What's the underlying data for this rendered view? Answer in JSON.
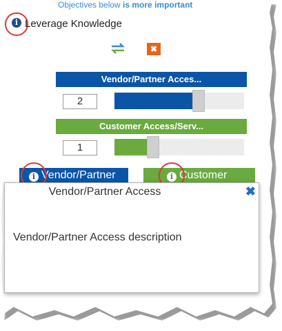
{
  "header": {
    "objectives_prefix": "Objectives below ",
    "objectives_emphasis": "is more important"
  },
  "knowledge": {
    "label": "Leverage Knowledge",
    "info_icon": "info-icon"
  },
  "controls": {
    "swap_icon": "swap-arrows-icon",
    "close_glyph": "✖"
  },
  "vendor": {
    "header": "Vendor/Partner Acces...",
    "value": "2",
    "slider_fraction": 0.6,
    "button_label": "Vendor/Partner",
    "color": "#0b55a8"
  },
  "customer": {
    "header": "Customer Access/Serv...",
    "value": "1",
    "slider_fraction": 0.25,
    "button_label": "Customer",
    "color": "#6aaa3f"
  },
  "dialog": {
    "title": "Vendor/Partner Access",
    "close_glyph": "✖",
    "description": "Vendor/Partner Access description"
  },
  "accent": {
    "highlight": "#e23b3b",
    "orange": "#e8641d"
  }
}
